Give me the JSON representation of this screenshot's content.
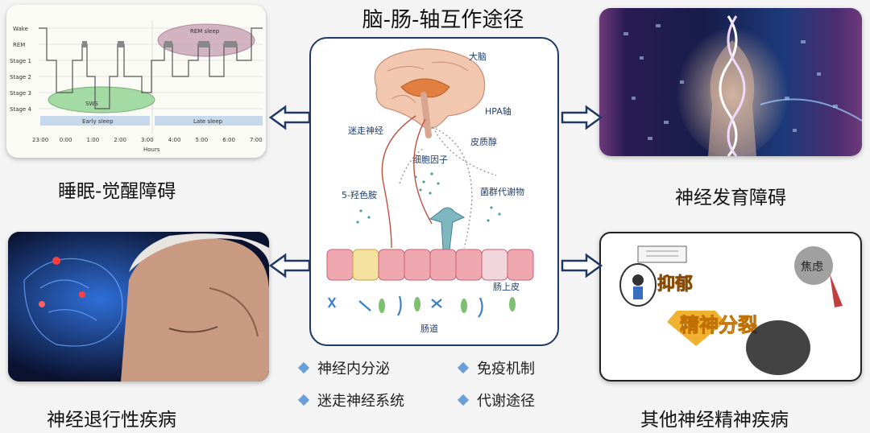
{
  "title": "脑-肠-轴互作途径",
  "center": {
    "labels": {
      "brain": "大脑",
      "hpa": "HPA轴",
      "vagus": "迷走神经",
      "cortisol": "皮质醇",
      "cytokines": "细胞因子",
      "serotonin": "5-羟色胺",
      "metabolites": "菌群代谢物",
      "epithelium": "肠上皮",
      "gut": "肠道"
    }
  },
  "pathways": [
    "神经内分泌",
    "免疫机制",
    "迷走神经系统",
    "代谢途径"
  ],
  "panels": {
    "sleep": {
      "caption": "睡眠-觉醒障碍",
      "stages": [
        "Wake",
        "REM",
        "Stage 1",
        "Stage 2",
        "Stage 3",
        "Stage 4"
      ],
      "times": [
        "23:00",
        "0:00",
        "1:00",
        "2:00",
        "3:00",
        "4:00",
        "5:00",
        "6:00",
        "7:00"
      ],
      "xlabel": "Hours",
      "rem_label": "REM sleep",
      "sws_label": "SWS",
      "early_label": "Early sleep",
      "late_label": "Late sleep"
    },
    "neurodev": {
      "caption": "神经发育障碍"
    },
    "neurodegen": {
      "caption": "神经退行性疾病"
    },
    "other": {
      "caption": "其他神经精神疾病",
      "depression": "抑郁",
      "anxiety": "焦虑",
      "schizo": "精神分裂"
    }
  },
  "colors": {
    "frame": "#1f3864",
    "accent": "#6a9fd8"
  }
}
